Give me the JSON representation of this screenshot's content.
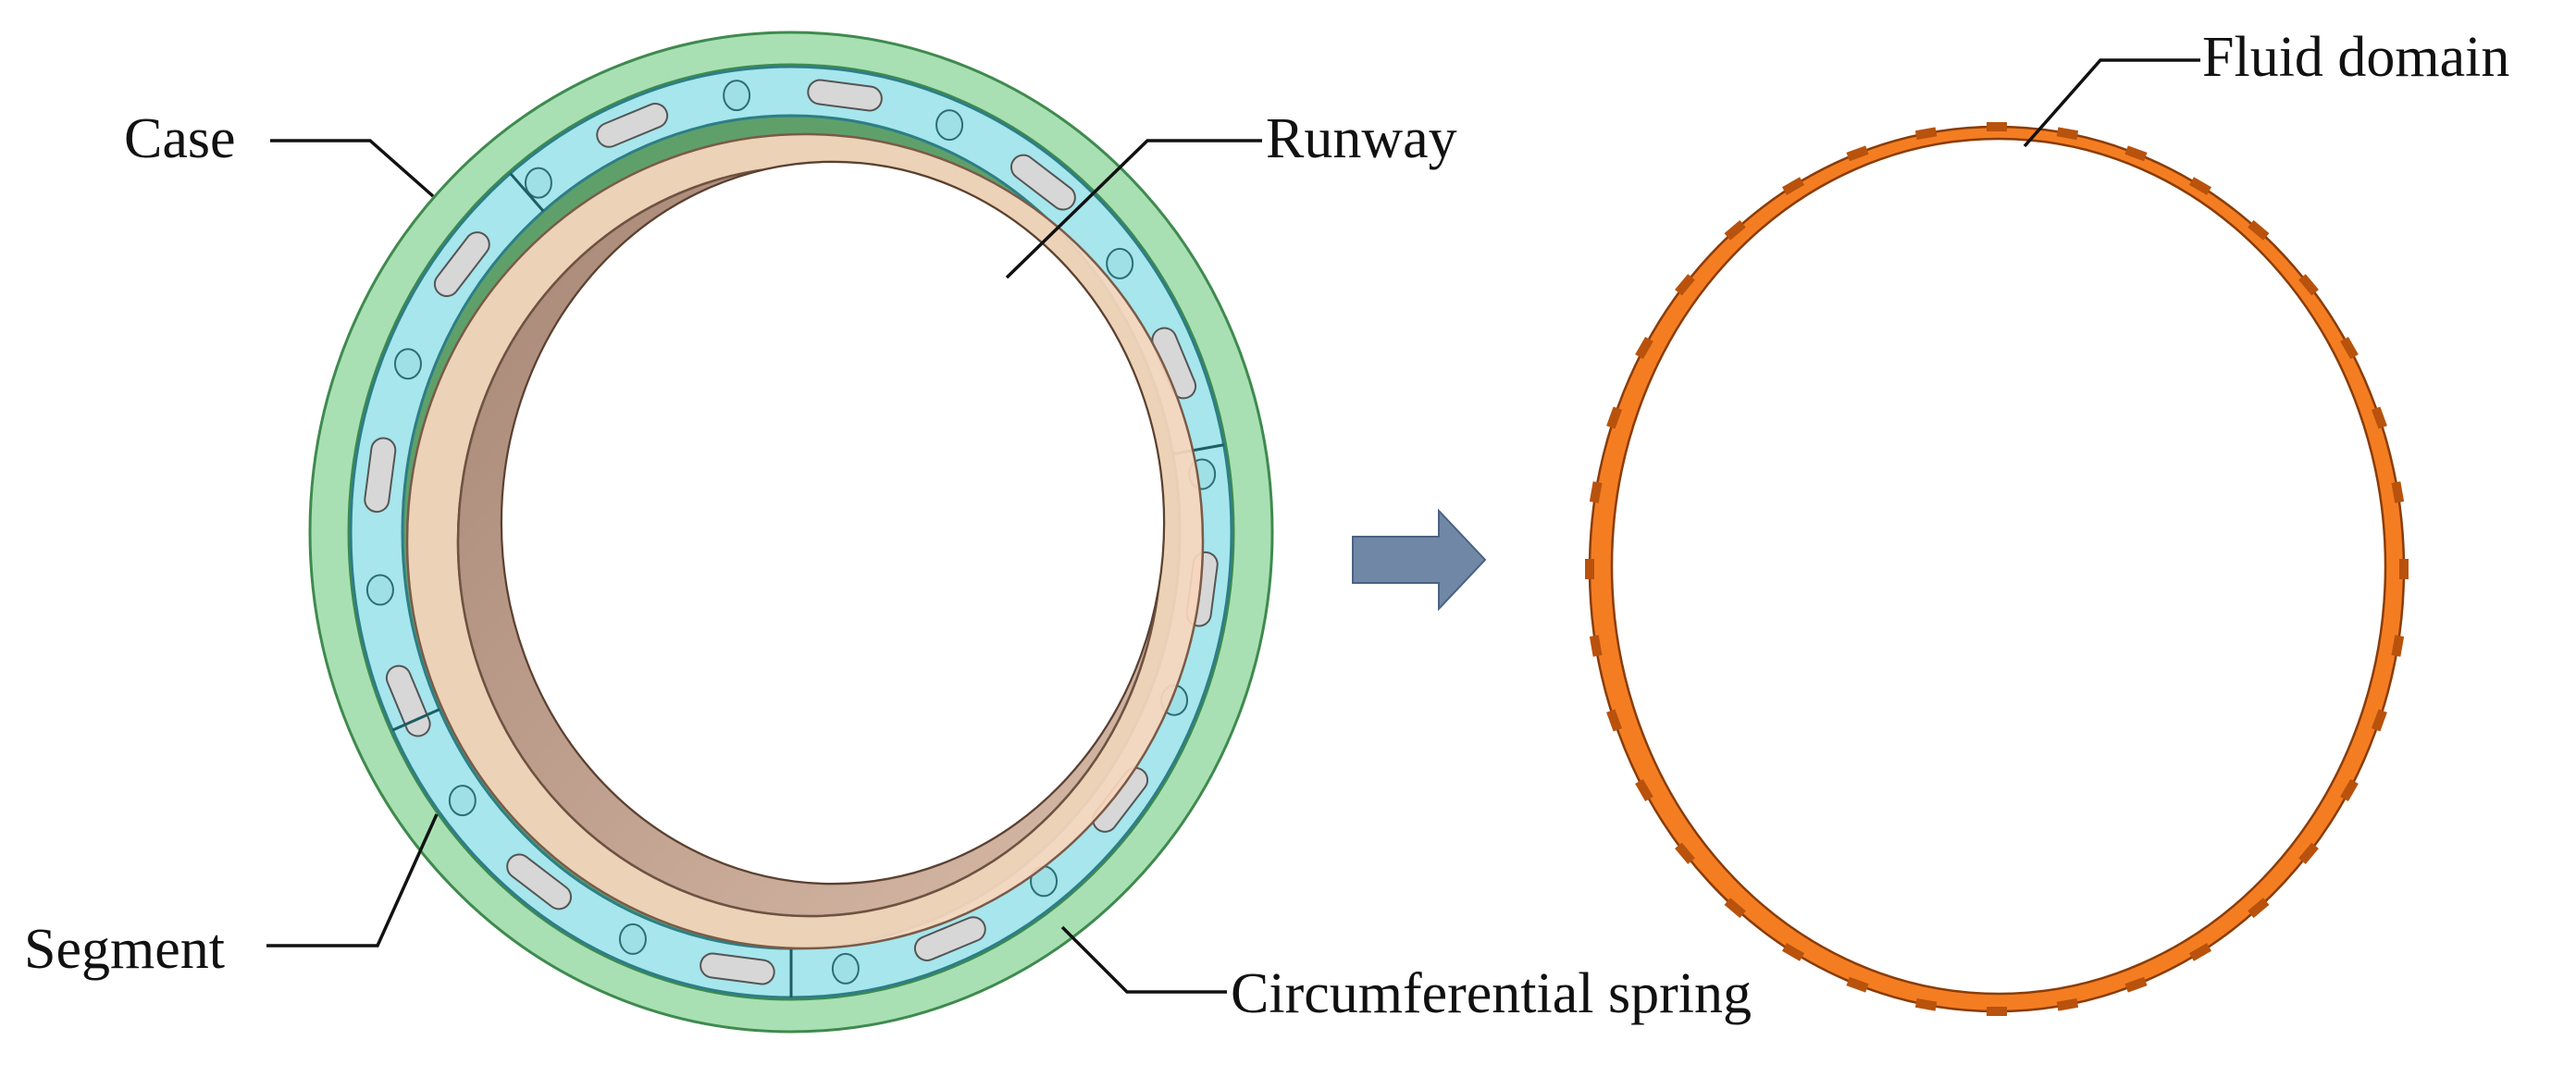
{
  "labels": {
    "case": "Case",
    "runway": "Runway",
    "segment": "Segment",
    "spring": "Circumferential spring",
    "fluid": "Fluid domain"
  },
  "colors": {
    "case": "#a8e0b4",
    "case_edge": "#3f8a4e",
    "case_side": "#5fa06a",
    "segment": "#a6e6ec",
    "segment_edge": "#2d7e86",
    "runway": "#f8d6bd",
    "runway_inner": "#bd9a86",
    "spring": "#d7d7d7",
    "fluid": "#f47d22",
    "fluid_dark": "#b8520c",
    "arrow": "#7088a6"
  },
  "icons": {
    "arrow": "right-arrow-icon"
  }
}
